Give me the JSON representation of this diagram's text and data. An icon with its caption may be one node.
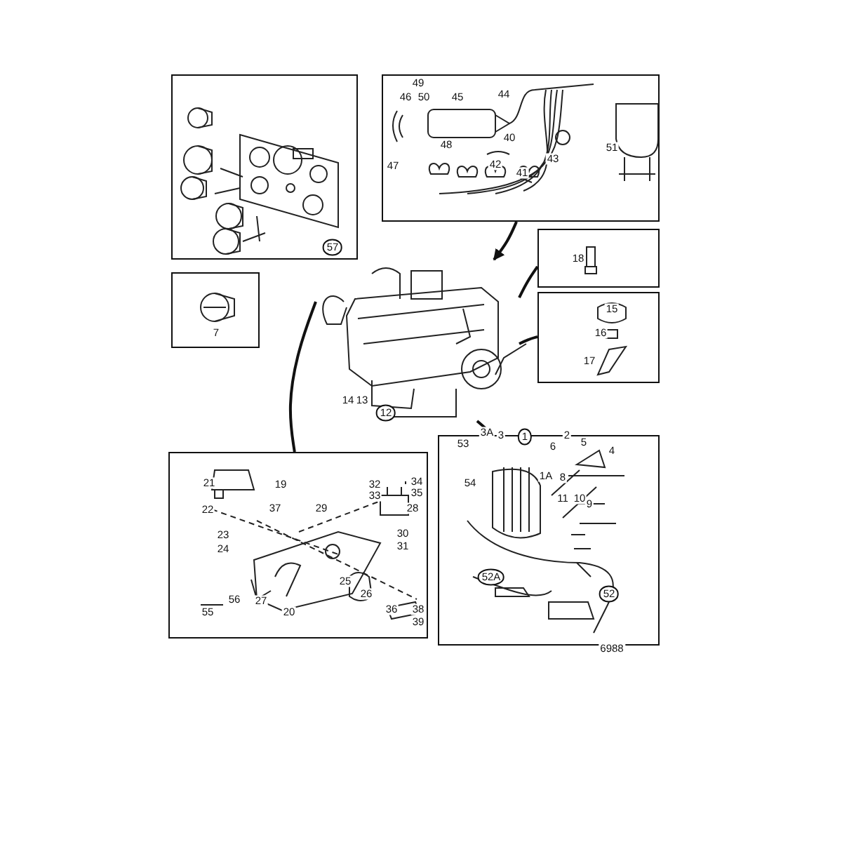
{
  "diagram": {
    "nodes": [
      {
        "text": [],
        "shape": "box"
      },
      {
        "text": [],
        "shape": "box"
      },
      {
        "text": [],
        "shape": "box"
      },
      {
        "text": [],
        "shape": "box"
      },
      {
        "text": [],
        "shape": "box"
      },
      {
        "text": [],
        "shape": "picture"
      },
      {
        "text": [],
        "shape": "box"
      },
      {
        "text": [],
        "shape": "box"
      }
    ],
    "edges": [
      {
        "from": 1,
        "to": 5,
        "arrow": "to"
      },
      {
        "from": 3,
        "to": 5,
        "arrow": "none"
      },
      {
        "from": 4,
        "to": 5,
        "arrow": "none"
      },
      {
        "from": 5,
        "to": 6,
        "arrow": "none"
      },
      {
        "from": 5,
        "to": 7,
        "arrow": "none"
      }
    ],
    "labels": [
      "49",
      "46",
      "50",
      "45",
      "44",
      "40",
      "51",
      "47",
      "48",
      "42",
      "43",
      "41",
      "57",
      "18",
      "7",
      "15",
      "16",
      "17",
      "14",
      "13",
      "12",
      "3A",
      "3",
      "1",
      "2",
      "53",
      "6",
      "5",
      "4",
      "21",
      "19",
      "32",
      "34",
      "33",
      "35",
      "22",
      "37",
      "29",
      "28",
      "54",
      "1A",
      "8",
      "23",
      "30",
      "24",
      "31",
      "11",
      "10",
      "9",
      "25",
      "26",
      "56",
      "27",
      "55",
      "20",
      "36",
      "38",
      "39",
      "52A",
      "52",
      "6988"
    ]
  }
}
